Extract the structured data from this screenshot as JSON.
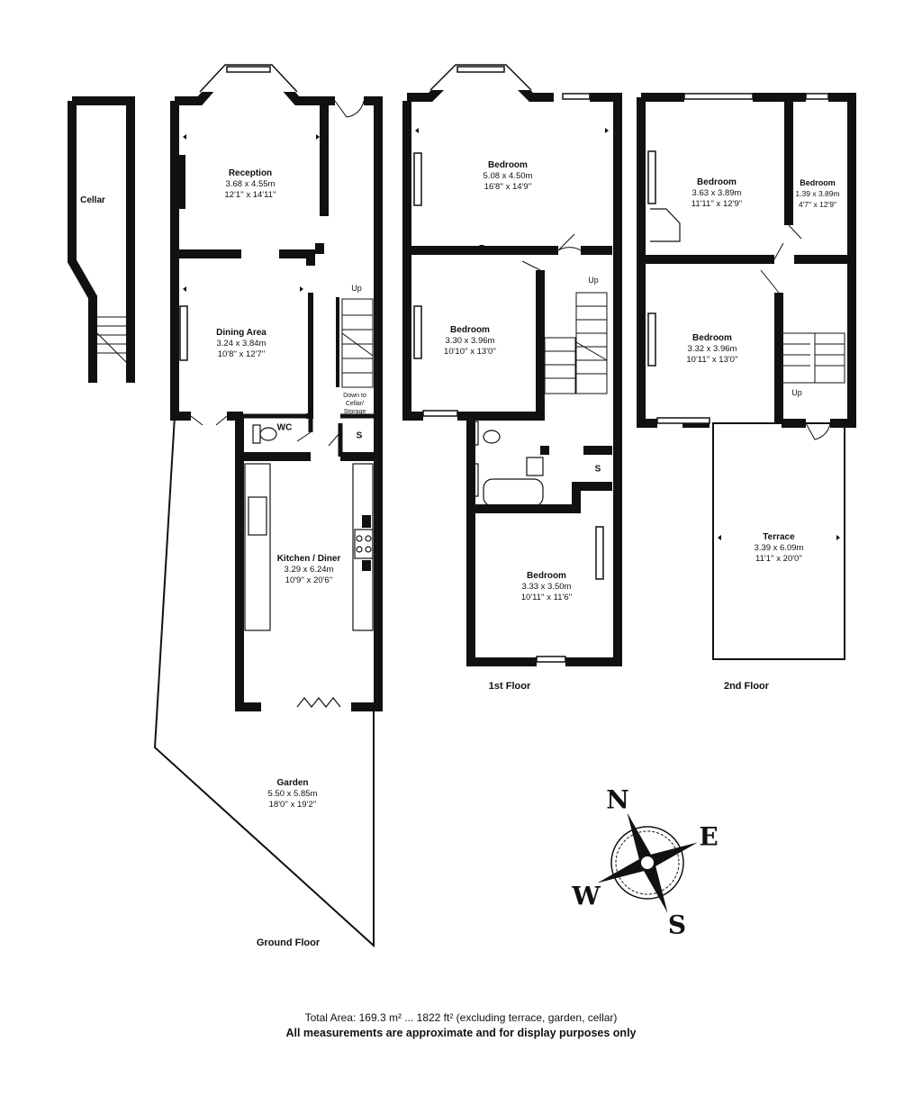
{
  "rooms": {
    "cellar": {
      "name": "Cellar"
    },
    "reception": {
      "name": "Reception",
      "metric": "3.68 x 4.55m",
      "imperial": "12'1'' x 14'11''"
    },
    "dining": {
      "name": "Dining Area",
      "metric": "3.24 x 3.84m",
      "imperial": "10'8'' x 12'7''"
    },
    "kitchen": {
      "name": "Kitchen / Diner",
      "metric": "3.29 x 6.24m",
      "imperial": "10'9'' x 20'6''"
    },
    "garden": {
      "name": "Garden",
      "metric": "5.50 x 5.85m",
      "imperial": "18'0'' x 19'2''"
    },
    "bed1": {
      "name": "Bedroom",
      "metric": "5.08 x 4.50m",
      "imperial": "16'8'' x 14'9''"
    },
    "bed2": {
      "name": "Bedroom",
      "metric": "3.30 x 3.96m",
      "imperial": "10'10'' x 13'0''"
    },
    "bed3": {
      "name": "Bedroom",
      "metric": "3.33 x 3.50m",
      "imperial": "10'11'' x 11'6''"
    },
    "bed4": {
      "name": "Bedroom",
      "metric": "3.63 x 3.89m",
      "imperial": "11'11'' x 12'9''"
    },
    "bed5": {
      "name": "Bedroom",
      "metric": "1.39 x 3.89m",
      "imperial": "4'7'' x 12'9''"
    },
    "bed6": {
      "name": "Bedroom",
      "metric": "3.32 x 3.96m",
      "imperial": "10'11'' x 13'0''"
    },
    "terrace": {
      "name": "Terrace",
      "metric": "3.39 x 6.09m",
      "imperial": "11'1'' x 20'0''"
    }
  },
  "labels": {
    "wc": "WC",
    "s": "S",
    "up": "Up",
    "cellar_access": "Down to Cellar/ Storage"
  },
  "floors": {
    "ground": "Ground Floor",
    "first": "1st Floor",
    "second": "2nd Floor"
  },
  "compass": {
    "n": "N",
    "e": "E",
    "s": "S",
    "w": "W"
  },
  "footer": {
    "area": "Total Area: 169.3 m² ... 1822 ft² (excluding terrace, garden, cellar)",
    "disclaimer": "All measurements are approximate and for display purposes only"
  },
  "colors": {
    "wall": "#111111",
    "background": "#ffffff"
  }
}
